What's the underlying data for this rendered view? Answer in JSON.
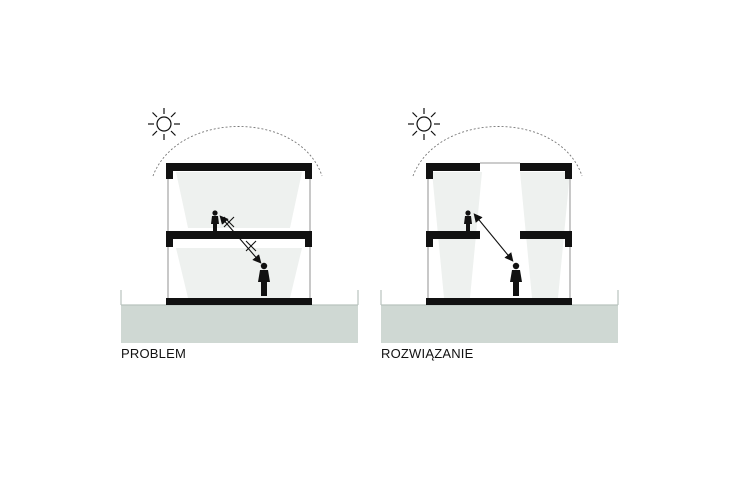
{
  "panels": [
    {
      "id": "problem",
      "caption": "PROBLEM"
    },
    {
      "id": "solution",
      "caption": "ROZWIĄZANIE"
    }
  ],
  "colors": {
    "slab": "#111111",
    "ground": "#cfd8d3",
    "ground_edge": "#b9c3be",
    "light": "#eef1ef",
    "wall": "#777777",
    "arc": "#777777",
    "person": "#111111",
    "sightline": "#111111"
  },
  "icons": {
    "sun": "sun-icon",
    "person": "person-icon",
    "blocked_marker": "x-mark-icon",
    "sightline": "double-arrow-icon"
  }
}
